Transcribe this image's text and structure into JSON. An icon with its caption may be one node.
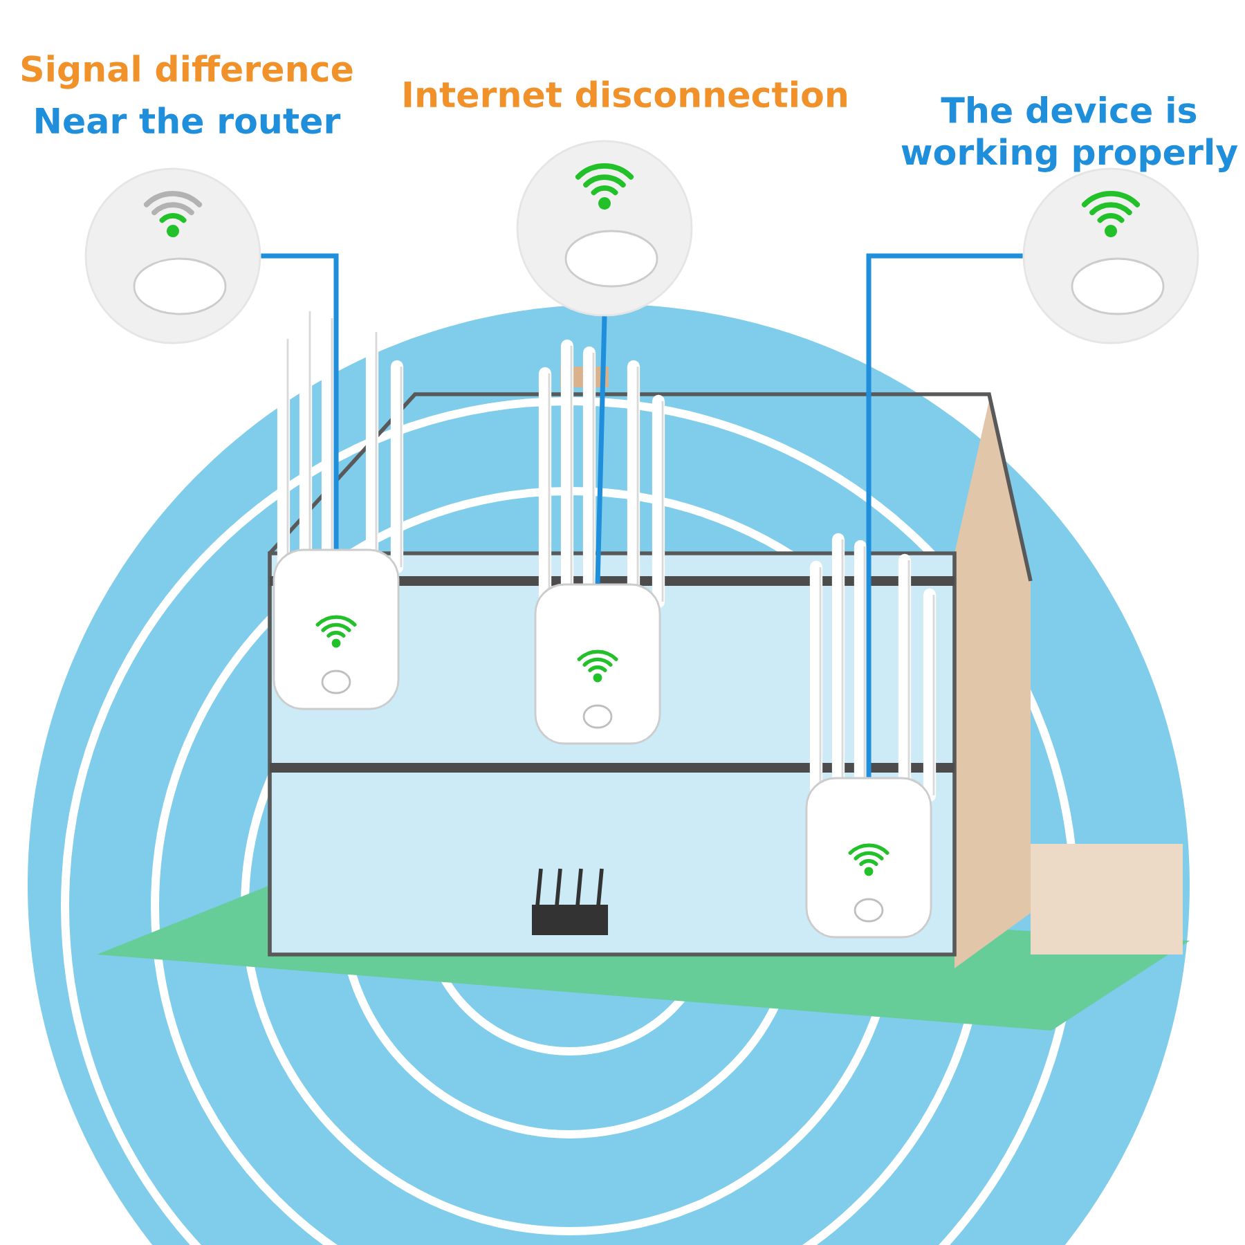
{
  "diagram": {
    "nodes": [
      {
        "text": [
          "Signal difference",
          "Near the router"
        ]
      },
      {
        "text": [
          "Internet disconnection"
        ]
      },
      {
        "text": [
          "The device is working properly"
        ]
      },
      {
        "text": [],
        "shape": "picture"
      },
      {
        "text": [],
        "shape": "picture"
      },
      {
        "text": [],
        "shape": "picture"
      },
      {
        "text": [],
        "shape": "picture"
      }
    ],
    "edges": [
      {
        "from": 0,
        "to": 3,
        "arrow": "none"
      },
      {
        "from": 1,
        "to": 4,
        "arrow": "none"
      },
      {
        "from": 2,
        "to": 5,
        "arrow": "none"
      }
    ]
  }
}
